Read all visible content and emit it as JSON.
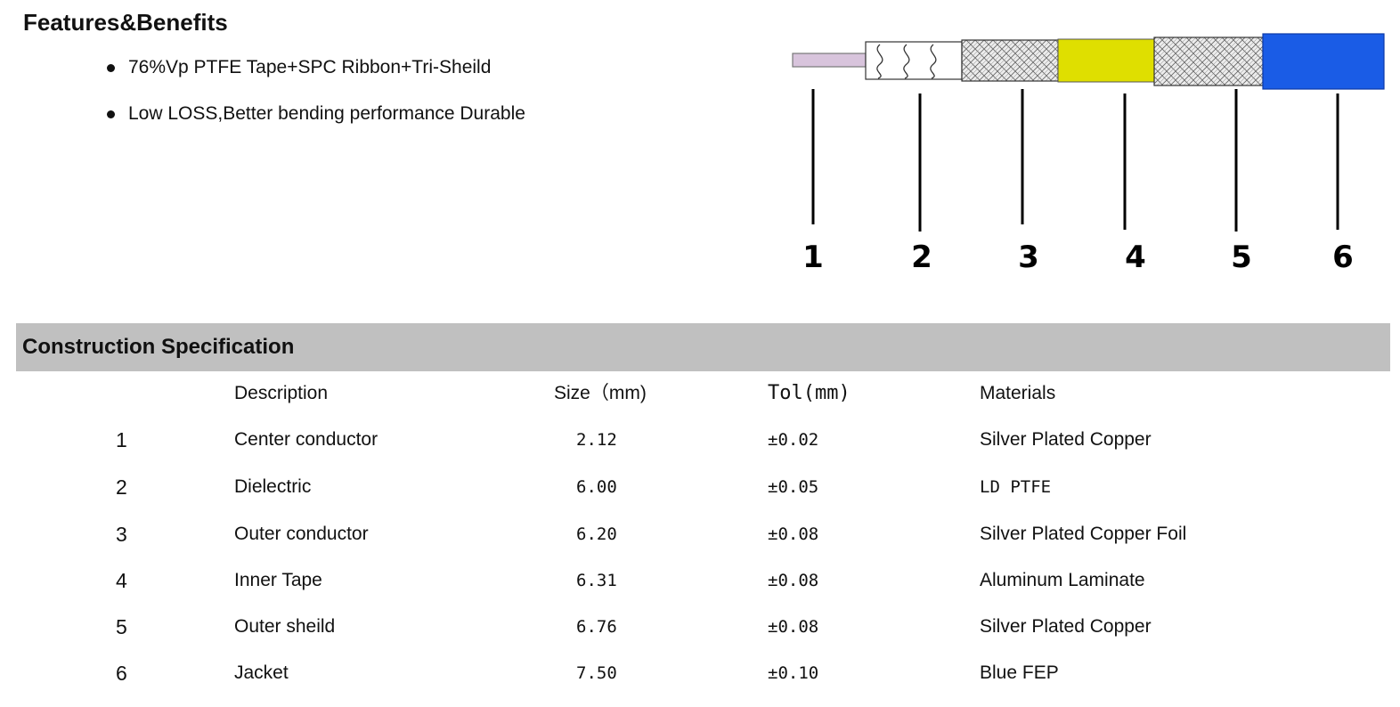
{
  "features": {
    "title": "Features&Benefits",
    "bullets": [
      "76%Vp PTFE Tape+SPC Ribbon+Tri-Sheild",
      "Low LOSS,Better bending performance Durable"
    ]
  },
  "diagram": {
    "labels": [
      "1",
      "2",
      "3",
      "4",
      "5",
      "6"
    ],
    "colors": {
      "center_conductor": "#d8c4dc",
      "dielectric": "#ffffff",
      "outer_conductor": "#e8e8e8",
      "inner_tape": "#dfdf00",
      "outer_shield": "#e8e8e8",
      "jacket": "#1a5ce6"
    }
  },
  "construction": {
    "title": "Construction Specification",
    "headers": {
      "description": "Description",
      "size": "Size（mm)",
      "tol": "Tol(mm)",
      "materials": "Materials"
    },
    "rows": [
      {
        "num": "1",
        "description": "Center conductor",
        "size": "2.12",
        "tol": "±0.02",
        "materials": "Silver Plated Copper"
      },
      {
        "num": "2",
        "description": "Dielectric",
        "size": "6.00",
        "tol": "±0.05",
        "materials": "LD PTFE"
      },
      {
        "num": "3",
        "description": "Outer conductor",
        "size": "6.20",
        "tol": "±0.08",
        "materials": "Silver Plated Copper Foil"
      },
      {
        "num": "4",
        "description": "Inner Tape",
        "size": "6.31",
        "tol": "±0.08",
        "materials": "Aluminum Laminate"
      },
      {
        "num": "5",
        "description": "Outer sheild",
        "size": "6.76",
        "tol": "±0.08",
        "materials": "Silver Plated Copper"
      },
      {
        "num": "6",
        "description": "Jacket",
        "size": "7.50",
        "tol": "±0.10",
        "materials": "Blue FEP"
      }
    ]
  },
  "colors": {
    "section_bar": "#c0c0c0",
    "text": "#111111"
  }
}
